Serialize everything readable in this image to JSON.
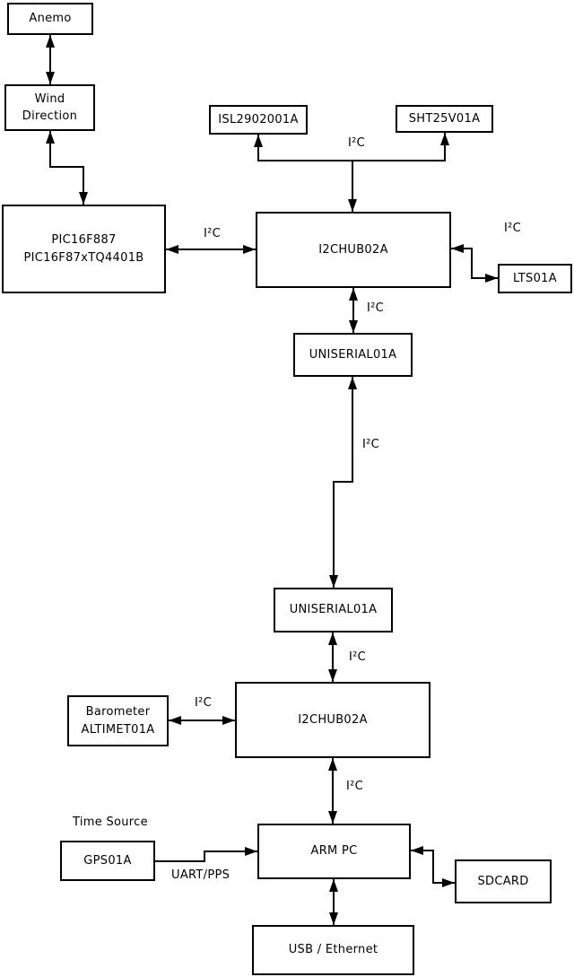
{
  "diagram": {
    "colors": {
      "background": "#ffffff",
      "line": "#000000",
      "text": "#000000"
    },
    "nodes": {
      "anemo": {
        "label": "Anemo"
      },
      "wind_direction": {
        "label": "Wind\nDirection"
      },
      "pic": {
        "label": "PIC16F887\nPIC16F87xTQ4401B"
      },
      "isl": {
        "label": "ISL2902001A"
      },
      "sht": {
        "label": "SHT25V01A"
      },
      "i2chub_top": {
        "label": "I2CHUB02A"
      },
      "lts": {
        "label": "LTS01A"
      },
      "uniserial_top": {
        "label": "UNISERIAL01A"
      },
      "uniserial_bottom": {
        "label": "UNISERIAL01A"
      },
      "i2chub_bottom": {
        "label": "I2CHUB02A"
      },
      "barometer": {
        "label": "Barometer\nALTIMET01A"
      },
      "gps": {
        "label": "GPS01A"
      },
      "arm_pc": {
        "label": "ARM PC"
      },
      "sdcard": {
        "label": "SDCARD"
      },
      "usb_ethernet": {
        "label": "USB / Ethernet"
      }
    },
    "labels": {
      "i2c": "I²C",
      "time_source": "Time Source",
      "uart_pps": "UART/PPS"
    }
  }
}
